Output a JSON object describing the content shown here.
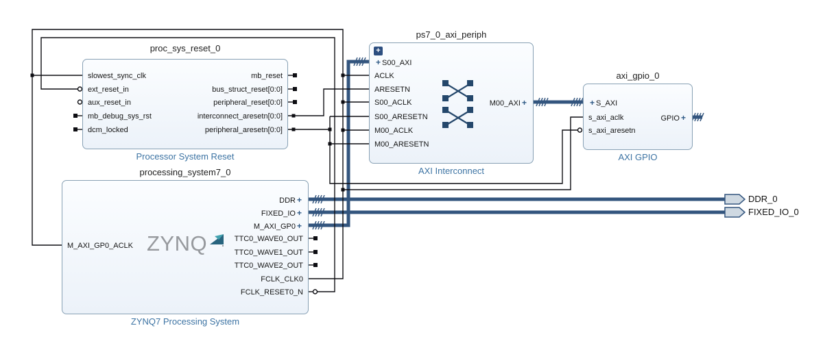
{
  "palette": {
    "bus_wire": "#33557e",
    "thin_wire": "#0d0d12",
    "block_border": "#87a0b4",
    "block_fill": "#eef4fa",
    "caption_text": "#3c73a3",
    "port_fill": "#cfd9e2"
  },
  "glyphs": {
    "plus": "+",
    "expand": "+"
  },
  "blocks": {
    "proc_sys_reset": {
      "title": "proc_sys_reset_0",
      "caption": "Processor System Reset",
      "left_pins": [
        "slowest_sync_clk",
        "ext_reset_in",
        "aux_reset_in",
        "mb_debug_sys_rst",
        "dcm_locked"
      ],
      "right_pins": [
        "mb_reset",
        "bus_struct_reset[0:0]",
        "peripheral_reset[0:0]",
        "interconnect_aresetn[0:0]",
        "peripheral_aresetn[0:0]"
      ]
    },
    "ps7": {
      "title": "processing_system7_0",
      "caption": "ZYNQ7 Processing System",
      "logo": "ZYNQ",
      "left_pins": [
        "M_AXI_GP0_ACLK"
      ],
      "right_pins": [
        "DDR",
        "FIXED_IO",
        "M_AXI_GP0",
        "TTC0_WAVE0_OUT",
        "TTC0_WAVE1_OUT",
        "TTC0_WAVE2_OUT",
        "FCLK_CLK0",
        "FCLK_RESET0_N"
      ]
    },
    "axi_periph": {
      "title": "ps7_0_axi_periph",
      "caption": "AXI Interconnect",
      "left_pins": [
        "S00_AXI",
        "ACLK",
        "ARESETN",
        "S00_ACLK",
        "S00_ARESETN",
        "M00_ACLK",
        "M00_ARESETN"
      ],
      "right_pins": [
        "M00_AXI"
      ]
    },
    "axi_gpio": {
      "title": "axi_gpio_0",
      "caption": "AXI GPIO",
      "left_pins": [
        "S_AXI",
        "s_axi_aclk",
        "s_axi_aresetn"
      ],
      "right_pins": [
        "GPIO"
      ]
    }
  },
  "external_ports": [
    {
      "label": "DDR_0"
    },
    {
      "label": "FIXED_IO_0"
    }
  ]
}
